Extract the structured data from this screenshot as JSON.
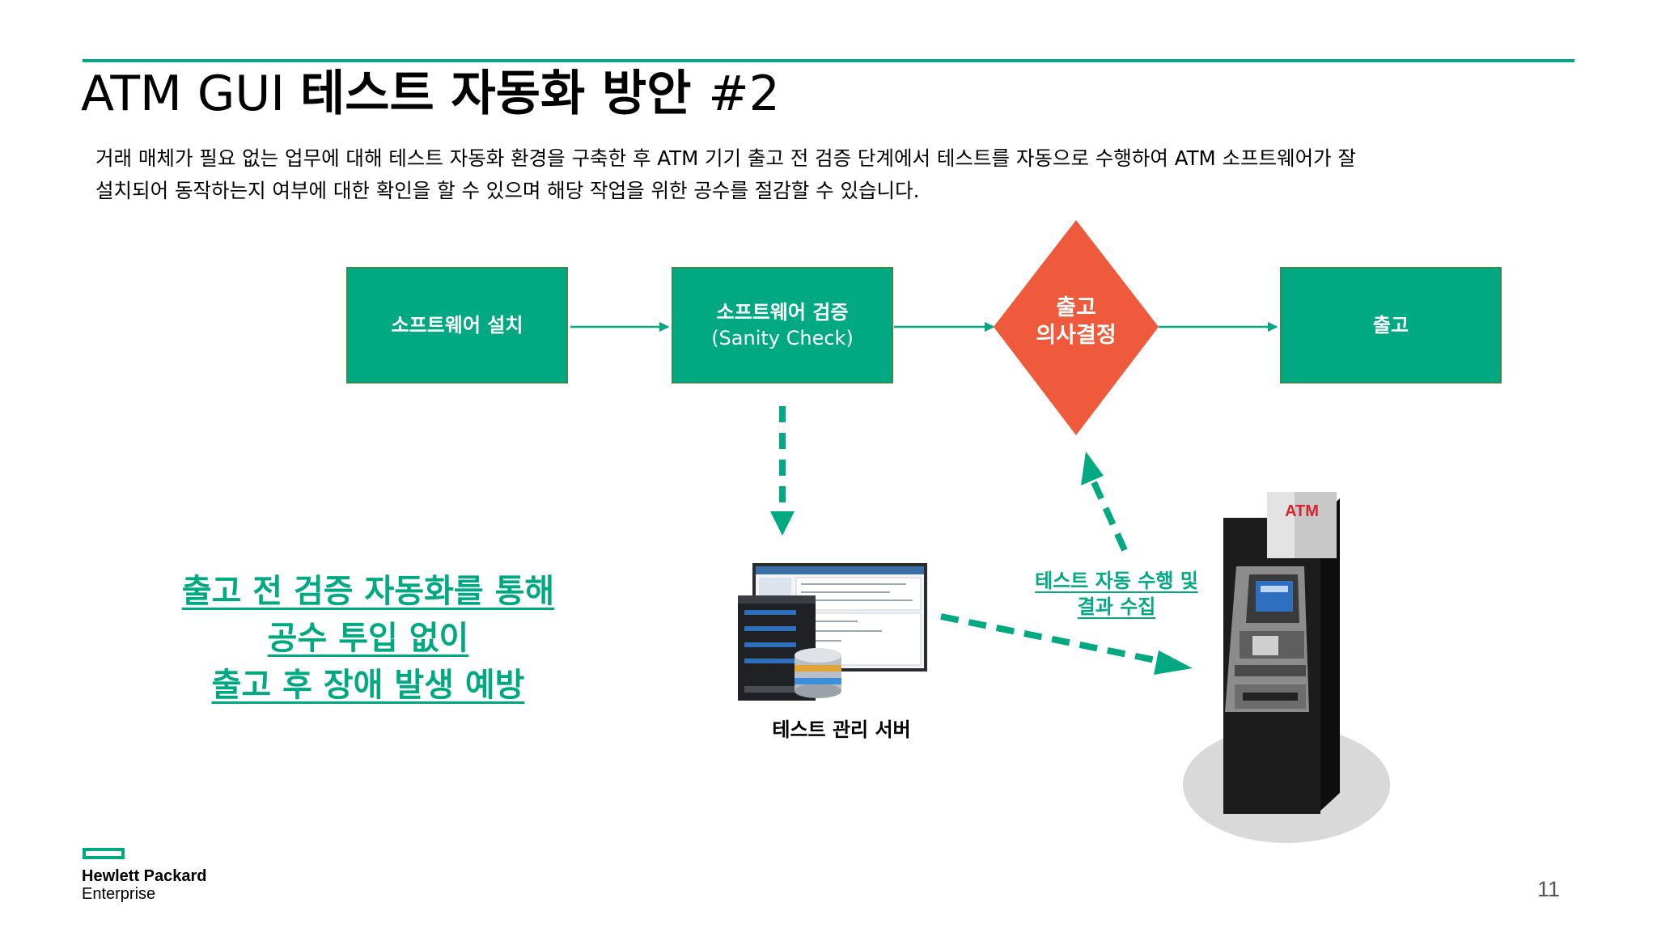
{
  "title": {
    "light": "ATM GUI ",
    "bold": "테스트 자동화 방안 ",
    "suffix": "#2"
  },
  "description": {
    "line1": "거래 매체가 필요 없는 업무에 대해 테스트 자동화 환경을 구축한 후 ATM 기기 출고 전 검증 단계에서 테스트를 자동으로 수행하여 ATM 소프트웨어가 잘",
    "line2": "설치되어 동작하는지 여부에 대한 확인을 할 수 있으며 해당 작업을 위한 공수를 절감할 수 있습니다."
  },
  "flow": {
    "step1": "소프트웨어 설치",
    "step2_main": "소프트웨어 검증",
    "step2_sub": "(Sanity Check)",
    "decision_line1": "출고",
    "decision_line2": "의사결정",
    "step4": "출고"
  },
  "highlight": {
    "line1": "출고 전 검증 자동화를 통해",
    "line2": "공수 투입 없이",
    "line3": "출고 후 장애 발생 예방"
  },
  "collect_label": {
    "line1": "테스트 자동 수행 및",
    "line2": "결과 수집"
  },
  "server_label": "테스트 관리 서버",
  "atm_sign": "ATM",
  "logo": {
    "line1": "Hewlett Packard",
    "line2": "Enterprise"
  },
  "page_number": "11",
  "colors": {
    "accent": "#01a982",
    "decision": "#f05a3c",
    "box_border": "#3a8a4c"
  }
}
